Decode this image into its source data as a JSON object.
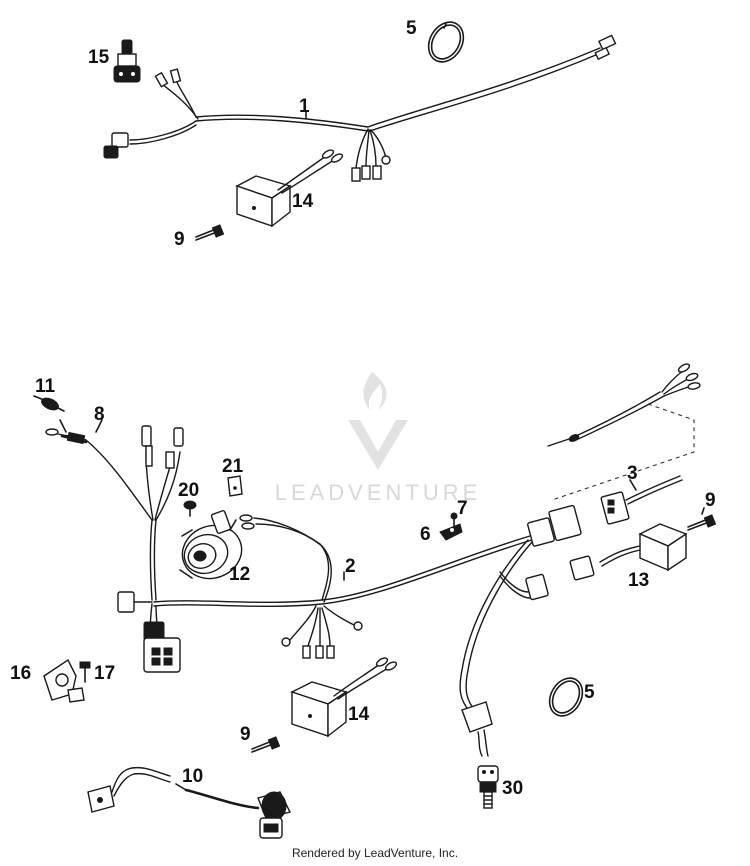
{
  "watermark": {
    "brand": "LEADVENTURE"
  },
  "footer": {
    "text": "Rendered by LeadVenture, Inc."
  },
  "callouts": {
    "c1": "1",
    "c2": "2",
    "c3": "3",
    "c5a": "5",
    "c5b": "5",
    "c6": "6",
    "c7": "7",
    "c8": "8",
    "c9a": "9",
    "c9b": "9",
    "c9c": "9",
    "c10": "10",
    "c11": "11",
    "c12": "12",
    "c13": "13",
    "c14a": "14",
    "c14b": "14",
    "c15": "15",
    "c16": "16",
    "c17": "17",
    "c20": "20",
    "c21": "21",
    "c30": "30"
  }
}
